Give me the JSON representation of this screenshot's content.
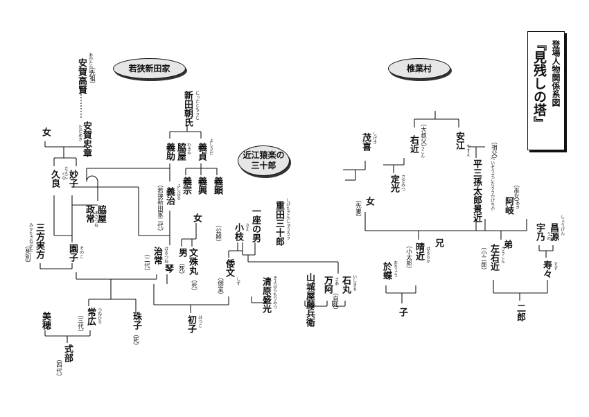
{
  "title": {
    "main": "『見残しの塔』",
    "sub": "登場人物関係系図"
  },
  "groups": {
    "wakasa": "若狭新田家",
    "omi": "近江猿楽の三十郎",
    "shiiba": "椎葉村"
  },
  "people": {
    "kagakenki": "安賀高賢",
    "kagakenki_note": "（先祖）",
    "kagakenki_ruby": "あがたかけん",
    "tadaaki": "安賀忠章",
    "tadaaki_ruby": "ただあき",
    "onna1": "女",
    "nitta": "新田朝氏",
    "nitta_ruby": "にったともうじ",
    "yoshisuke": "義助",
    "wakiya": "脇屋",
    "wakiya_ruby": "わきや",
    "yoshisada": "義貞",
    "yoshisada_ruby": "よしさだ",
    "yoshimune": "義宗",
    "yoshioki": "義興",
    "yoshiaki": "義顕",
    "kura": "久良",
    "kura_ruby": "くら",
    "taeko": "妙子",
    "taeko_ruby": "たえこ",
    "wakiya2": "脇屋",
    "masatsune": "政常",
    "masatsune_ruby": "まさつね",
    "yoshiharu": "義治",
    "yoshiharu_ruby": "よしはる",
    "yoshiharu_note": "（若狭新田家二代）",
    "mikata": "三方実方",
    "mikata_ruby": "みかたさねかた",
    "mikata_note": "（死別）",
    "sonoko": "園子",
    "sonoko_ruby": "そのこ",
    "harutsune": "治常",
    "harutsune_ruby": "はるつね",
    "harutsune_note": "（二代）",
    "koto": "琴",
    "onna2": "女",
    "otoko": "男",
    "otoko_note": "（死）",
    "bunjumaru": "文殊丸",
    "bunjumaru_note": "（死）",
    "miho": "美穂",
    "tsunehiro": "常広",
    "tsunehiro_ruby": "つねひろ",
    "tsunehiro_note": "（三代）",
    "tamako": "珠子",
    "tamako_note": "（死）",
    "hatsuko": "初子",
    "hatsuko_ruby": "はつこ",
    "shikibu": "式部",
    "shikibu_note": "（四代）",
    "shigeta": "重田三十郎",
    "shigeta_ruby": "しげたさんじゅうろう",
    "ichiza": "一座の男",
    "sae": "小枝",
    "sae_ruby": "さえ",
    "sae_note": "（公卿）",
    "shizufumi": "倭文",
    "shizufumi_ruby": "しず",
    "shizufumi_note": "（側室）",
    "kiyohara": "清原盛光",
    "kiyohara_ruby": "きよはらもりみつ",
    "yamashiroya": "山城屋藤兵衛",
    "manami": "万阿",
    "manami_ruby": "まあ",
    "ishimaru": "石丸",
    "ishimaru_ruby": "いしまる",
    "ishimaru_note": "（自死）",
    "shigeki": "茂喜",
    "shigeki_ruby": "しげき",
    "ukon": "右近",
    "ukon_ruby": "うこん",
    "ukon_note": "（大叔父）",
    "yasue": "安江",
    "yasue_ruby": "やすえ",
    "sofu_note": "（祖父）",
    "sadamitsu": "定光",
    "sadamitsu_ruby": "さだみつ",
    "heizo": "平三孫太郎景近",
    "heizo_ruby": "へいぞうまごたろうかげちか",
    "aki": "阿岐",
    "aki_ruby": "あき",
    "aki_note": "（巫女）",
    "onna3": "女",
    "onna3_note": "（先妻）",
    "haruchika": "晴近",
    "haruchika_ruby": "はるちか",
    "haruchika_note": "（小太郎）",
    "ani": "兄",
    "ocho": "於蝶",
    "ocho_ruby": "おちょう",
    "ko": "子",
    "sakon": "左右近",
    "sakon_ruby": "さうこん",
    "sakon_note": "（小二郎）",
    "ototo": "弟",
    "shogen": "昌源",
    "shogen_ruby": "しょうげん",
    "uno": "宇乃",
    "uno_ruby": "うの",
    "suzu": "寿々",
    "suzu_ruby": "すず",
    "jiro": "二郎"
  }
}
